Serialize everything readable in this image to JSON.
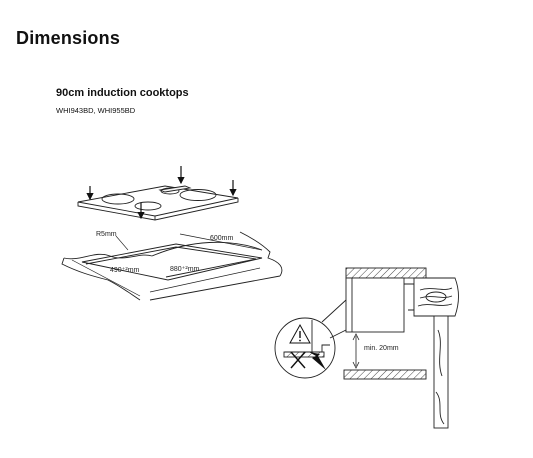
{
  "header": {
    "title": "Dimensions"
  },
  "product": {
    "heading": "90cm induction cooktops",
    "models": "WHI943BD, WHI955BD"
  },
  "drawing": {
    "radius_label": "R5mm",
    "depth_label": "600mm",
    "cutout_depth_label": "490⁺²mm",
    "cutout_width_label": "880⁺²mm",
    "clearance_label": "min. 20mm"
  }
}
